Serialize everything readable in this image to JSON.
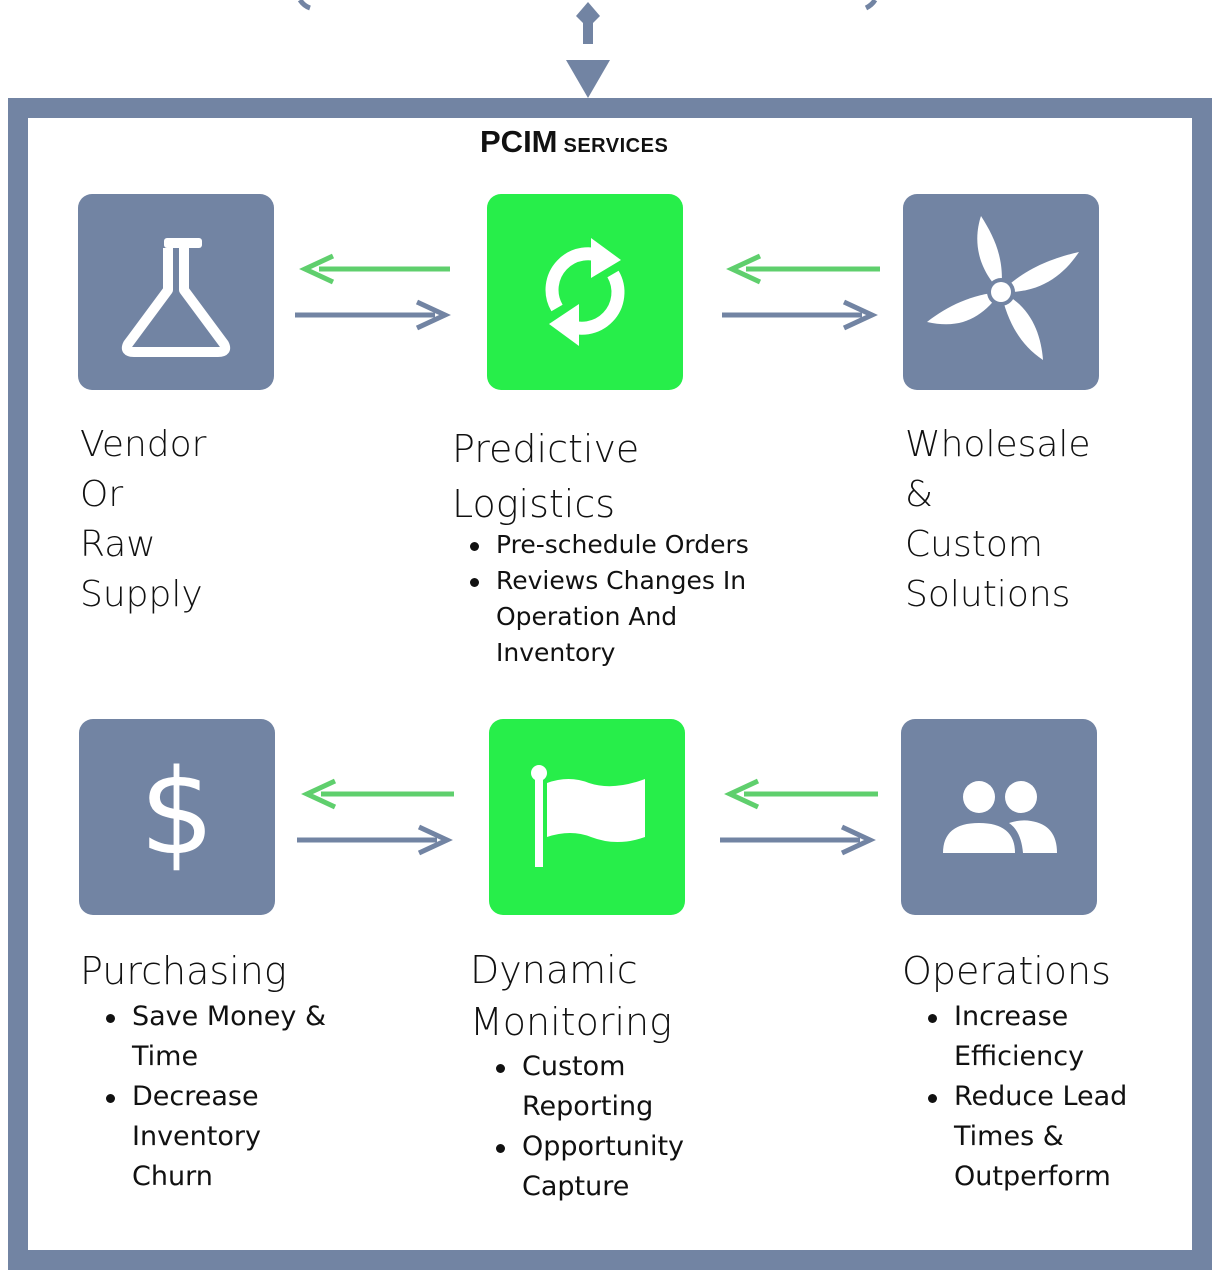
{
  "header": {
    "title_main": "PCIM",
    "title_sub": "SERVICES"
  },
  "colors": {
    "frame": "#7284a3",
    "tile_grey": "#7284a3",
    "tile_green": "#27ee4a",
    "arrow_green": "#5fcf6d",
    "arrow_blue": "#7284a3"
  },
  "nodes": {
    "vendor": {
      "icon": "flask-icon",
      "lines": [
        "Vendor",
        "Or",
        "Raw",
        "Supply"
      ]
    },
    "predictive": {
      "icon": "sync-icon",
      "lines": [
        "Predictive",
        "Logistics"
      ],
      "bullets": [
        "Pre-schedule Orders",
        "Reviews Changes In",
        "Operation And",
        "Inventory"
      ]
    },
    "wholesale": {
      "icon": "flower-globe-icon",
      "lines": [
        "Wholesale",
        "&",
        "Custom",
        "Solutions"
      ]
    },
    "purchasing": {
      "icon": "dollar-icon",
      "lines": [
        "Purchasing"
      ],
      "bullets": [
        "Save Money &",
        "Time",
        "Decrease",
        "Inventory",
        "Churn"
      ]
    },
    "monitoring": {
      "icon": "flag-icon",
      "lines": [
        "Dynamic",
        "Monitoring"
      ],
      "bullets": [
        "Custom",
        "Reporting",
        "Opportunity",
        "Capture"
      ]
    },
    "operations": {
      "icon": "people-icon",
      "lines": [
        "Operations"
      ],
      "bullets": [
        "Increase",
        "Efficiency",
        "Reduce Lead",
        "Times &",
        "Outperform"
      ]
    }
  }
}
